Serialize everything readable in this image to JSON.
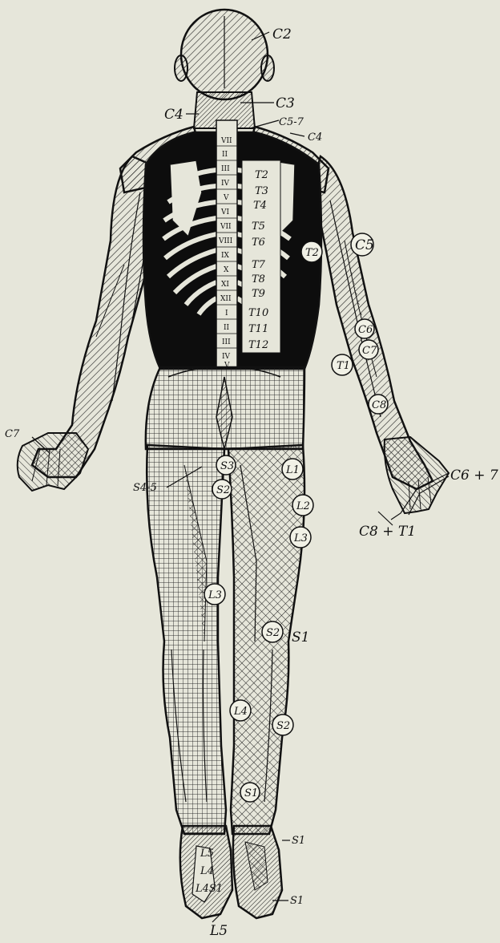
{
  "figure": {
    "background": "#e6e6da",
    "ink": "#111111",
    "dermatome_labels": {
      "c2": "C2",
      "c3": "C3",
      "c4_left": "C4",
      "c4_right": "C4",
      "c5_7": "C5-7",
      "c5": "C5",
      "c6": "C6",
      "c7_arm": "C7",
      "c7_hand": "C7",
      "c8": "C8",
      "c6_7": "C6 + 7",
      "c8_t1": "C8 + T1",
      "t1": "T1",
      "t2": "T2",
      "t2_arm": "T2",
      "t3": "T3",
      "t4": "T4",
      "t5": "T5",
      "t6": "T6",
      "t7": "T7",
      "t8": "T8",
      "t9": "T9",
      "t10": "T10",
      "t11": "T11",
      "t12": "T12",
      "l1": "L1",
      "l2": "L2",
      "l3_right": "L3",
      "l3_left": "L3",
      "l4_leg": "L4",
      "l4_foot": "L4",
      "l4s1_foot": "L4S1",
      "l5_foot": "L5",
      "l5_bottom": "L5",
      "s1_thigh": "S1",
      "s1_calf": "S1",
      "s1_foot_top": "S1",
      "s1_foot_bottom": "S1",
      "s2_thigh": "S2",
      "s2_calf": "S2",
      "s2_buttock": "S2",
      "s3": "S3",
      "s4_5": "S4-5"
    },
    "vertebra_numerals": [
      "VII",
      "II",
      "III",
      "IV",
      "V",
      "VI",
      "VII",
      "VIII",
      "IX",
      "X",
      "XI",
      "XII",
      "I",
      "II",
      "III",
      "IV",
      "V"
    ]
  }
}
